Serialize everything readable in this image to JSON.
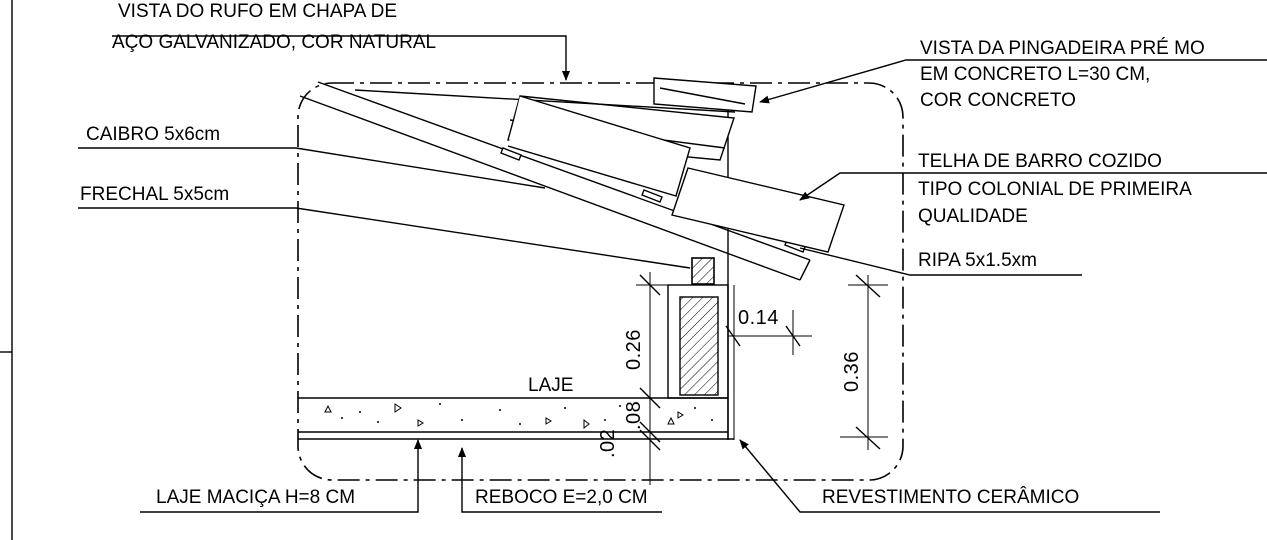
{
  "labels": {
    "rufo_line1": "VISTA DO RUFO EM CHAPA DE",
    "rufo_line2": "AÇO GALVANIZADO, COR NATURAL",
    "pingadeira_line1": "VISTA DA PINGADEIRA PRÉ MO",
    "pingadeira_line2": "EM CONCRETO L=30 CM,",
    "pingadeira_line3": "COR CONCRETO",
    "caibro": "CAIBRO 5x6cm",
    "frechal": "FRECHAL 5x5cm",
    "telha_line1": "TELHA DE BARRO COZIDO",
    "telha_line2": "TIPO COLONIAL DE PRIMEIRA",
    "telha_line3": "QUALIDADE",
    "ripa": "RIPA 5x1.5xm",
    "laje": "LAJE",
    "laje_macica": "LAJE MACIÇA H=8 CM",
    "reboco": "REBOCO E=2,0 CM",
    "revestimento": "REVESTIMENTO CERÂMICO"
  },
  "dimensions": {
    "d026": "0.26",
    "d014": "0.14",
    "d036": "0.36",
    "d008": ".08",
    "d002": ".02"
  }
}
